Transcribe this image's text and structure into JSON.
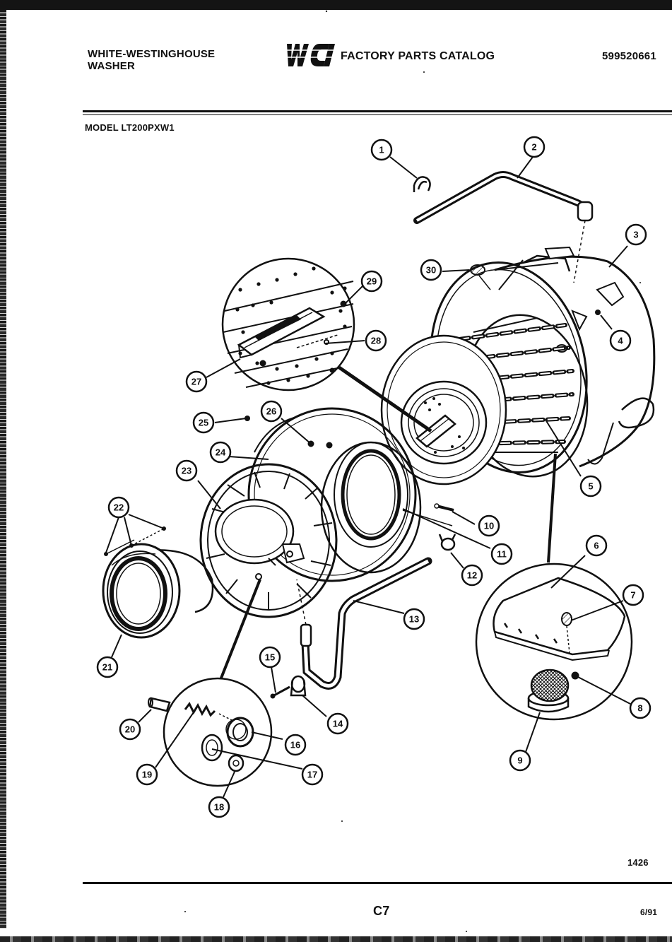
{
  "header": {
    "brand_line1": "WHITE-WESTINGHOUSE",
    "brand_line2": "WASHER",
    "logo_text": "WCI",
    "catalog_title": "FACTORY PARTS CATALOG",
    "catalog_number": "599520661"
  },
  "model": {
    "label": "MODEL LT200PXW1"
  },
  "diagram": {
    "callouts": [
      "1",
      "2",
      "3",
      "4",
      "5",
      "6",
      "7",
      "8",
      "9",
      "10",
      "11",
      "12",
      "13",
      "14",
      "15",
      "16",
      "17",
      "18",
      "19",
      "20",
      "21",
      "22",
      "23",
      "24",
      "25",
      "26",
      "27",
      "28",
      "29",
      "30"
    ]
  },
  "footer": {
    "plate_number": "1426",
    "page_code": "C7",
    "print_date": "6/91"
  }
}
